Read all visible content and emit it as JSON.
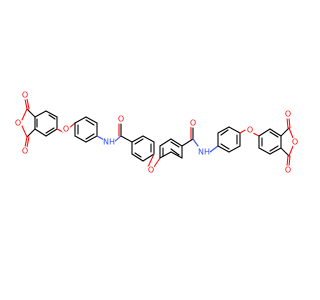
{
  "figure": {
    "type": "skeletal-formula",
    "background_color": "#ffffff",
    "element_colors": {
      "C": "#000000",
      "O": "#ff0d0d",
      "N": "#3050f8"
    }
  },
  "atoms": [
    {
      "id": "o1",
      "element": "O",
      "label": "O"
    },
    {
      "id": "o2",
      "element": "O",
      "label": "O"
    },
    {
      "id": "o3",
      "element": "O",
      "label": "O"
    },
    {
      "id": "o4",
      "element": "O",
      "label": "O"
    },
    {
      "id": "o5",
      "element": "O",
      "label": "O"
    },
    {
      "id": "o6",
      "element": "O",
      "label": "O"
    },
    {
      "id": "o7",
      "element": "O",
      "label": "O"
    },
    {
      "id": "o8",
      "element": "O",
      "label": "O"
    },
    {
      "id": "o9",
      "element": "O",
      "label": "O"
    },
    {
      "id": "o10",
      "element": "O",
      "label": "O"
    },
    {
      "id": "o11",
      "element": "O",
      "label": "O"
    },
    {
      "id": "n1",
      "element": "N",
      "label": "NH"
    },
    {
      "id": "n2",
      "element": "N",
      "label": "NH"
    }
  ]
}
